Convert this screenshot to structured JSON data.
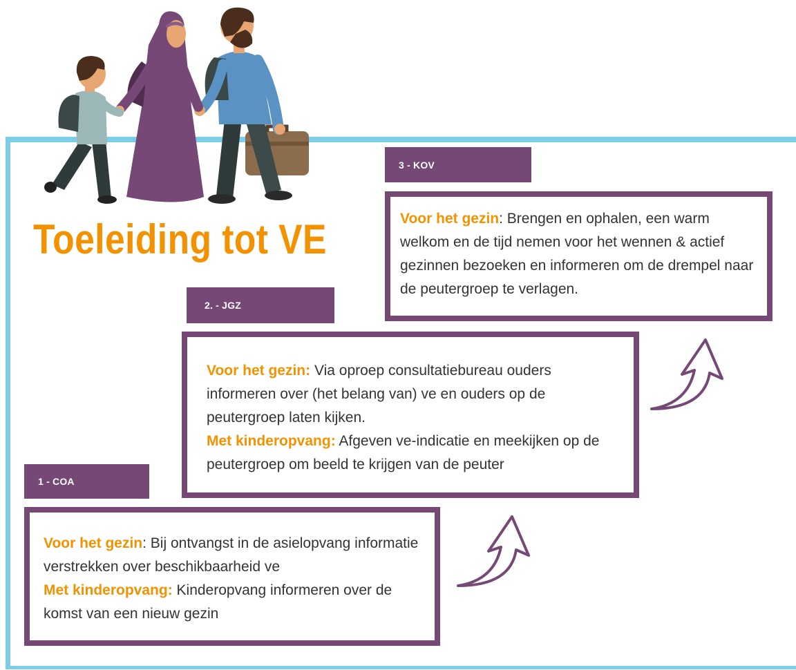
{
  "title": "Toeleiding tot VE",
  "colors": {
    "accent": "#f39200",
    "purple": "#764876",
    "frame": "#7ecde6",
    "text": "#333333"
  },
  "steps": [
    {
      "tag": "1 - COA",
      "lines": [
        {
          "label": "Voor het gezin",
          "sep": ": ",
          "text": "Bij ontvangst in de asielopvang informatie verstrekken over beschikbaarheid ve"
        },
        {
          "label": "Met kinderopvang:",
          "sep": " ",
          "text": "Kinderopvang informeren over de komst van een nieuw gezin"
        }
      ]
    },
    {
      "tag": "2. - JGZ",
      "lines": [
        {
          "label": "Voor het gezin:",
          "sep": " ",
          "text": "Via oproep consultatiebureau ouders informeren over (het belang van) ve en ouders op de peutergroep laten kijken."
        },
        {
          "label": "Met kinderopvang:",
          "sep": " ",
          "text": "Afgeven ve-indicatie en meekijken op de peutergroep om beeld te krijgen van de peuter"
        }
      ]
    },
    {
      "tag": "3 - KOV",
      "lines": [
        {
          "label": "Voor het gezin",
          "sep": ": ",
          "text": "Brengen en ophalen, een warm welkom en de tijd nemen voor het wennen & actief gezinnen bezoeken en informeren om de drempel naar de peutergroep te verlagen."
        }
      ]
    }
  ],
  "icons": [
    "family-illustration",
    "curved-arrow-up-icon"
  ]
}
